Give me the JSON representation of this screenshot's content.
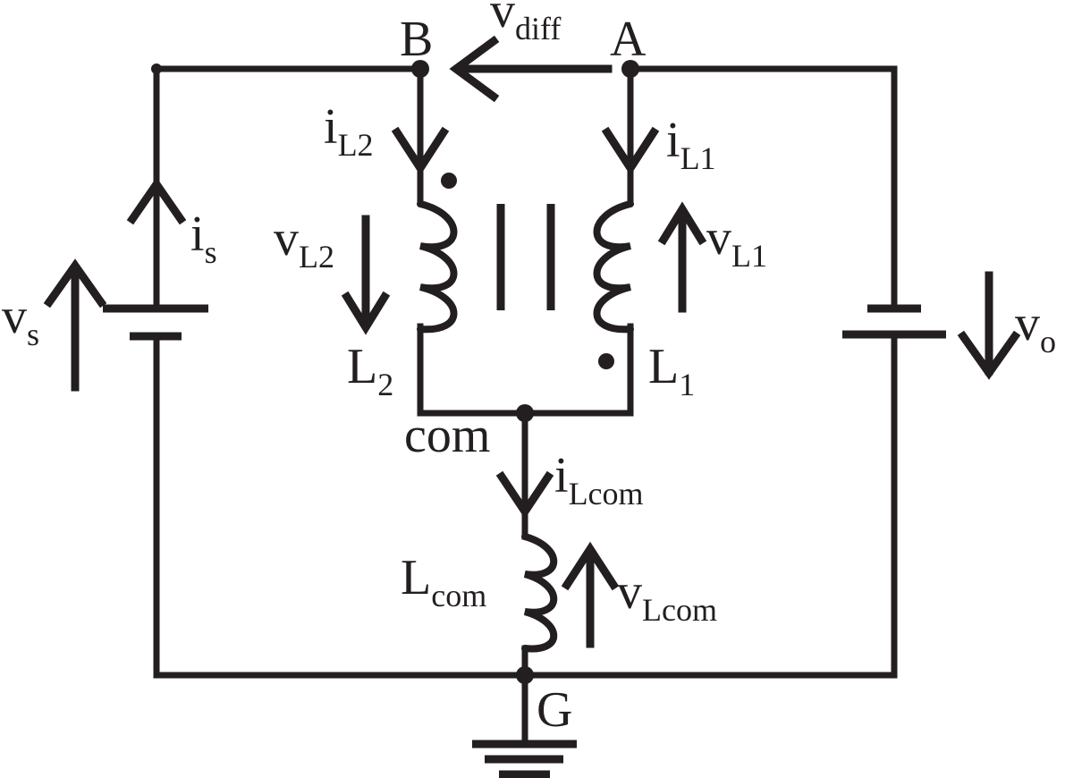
{
  "nodes": {
    "b": "B",
    "a": "A",
    "com": "com",
    "g": "G"
  },
  "labels": {
    "vdiff": {
      "main": "v",
      "sub": "diff"
    },
    "iL2": {
      "main": "i",
      "sub": "L2"
    },
    "iL1": {
      "main": "i",
      "sub": "L1"
    },
    "is": {
      "main": "i",
      "sub": "s"
    },
    "vs": {
      "main": "v",
      "sub": "s"
    },
    "vL2": {
      "main": "v",
      "sub": "L2"
    },
    "vL1": {
      "main": "v",
      "sub": "L1"
    },
    "L2": {
      "main": "L",
      "sub": "2"
    },
    "L1": {
      "main": "L",
      "sub": "1"
    },
    "vo": {
      "main": "v",
      "sub": "o"
    },
    "iLcom": {
      "main": "i",
      "sub": "Lcom"
    },
    "Lcom": {
      "main": "L",
      "sub": "com"
    },
    "vLcom": {
      "main": "v",
      "sub": "Lcom"
    }
  },
  "colors": {
    "ink": "#231f20",
    "background": "#ffffff"
  }
}
